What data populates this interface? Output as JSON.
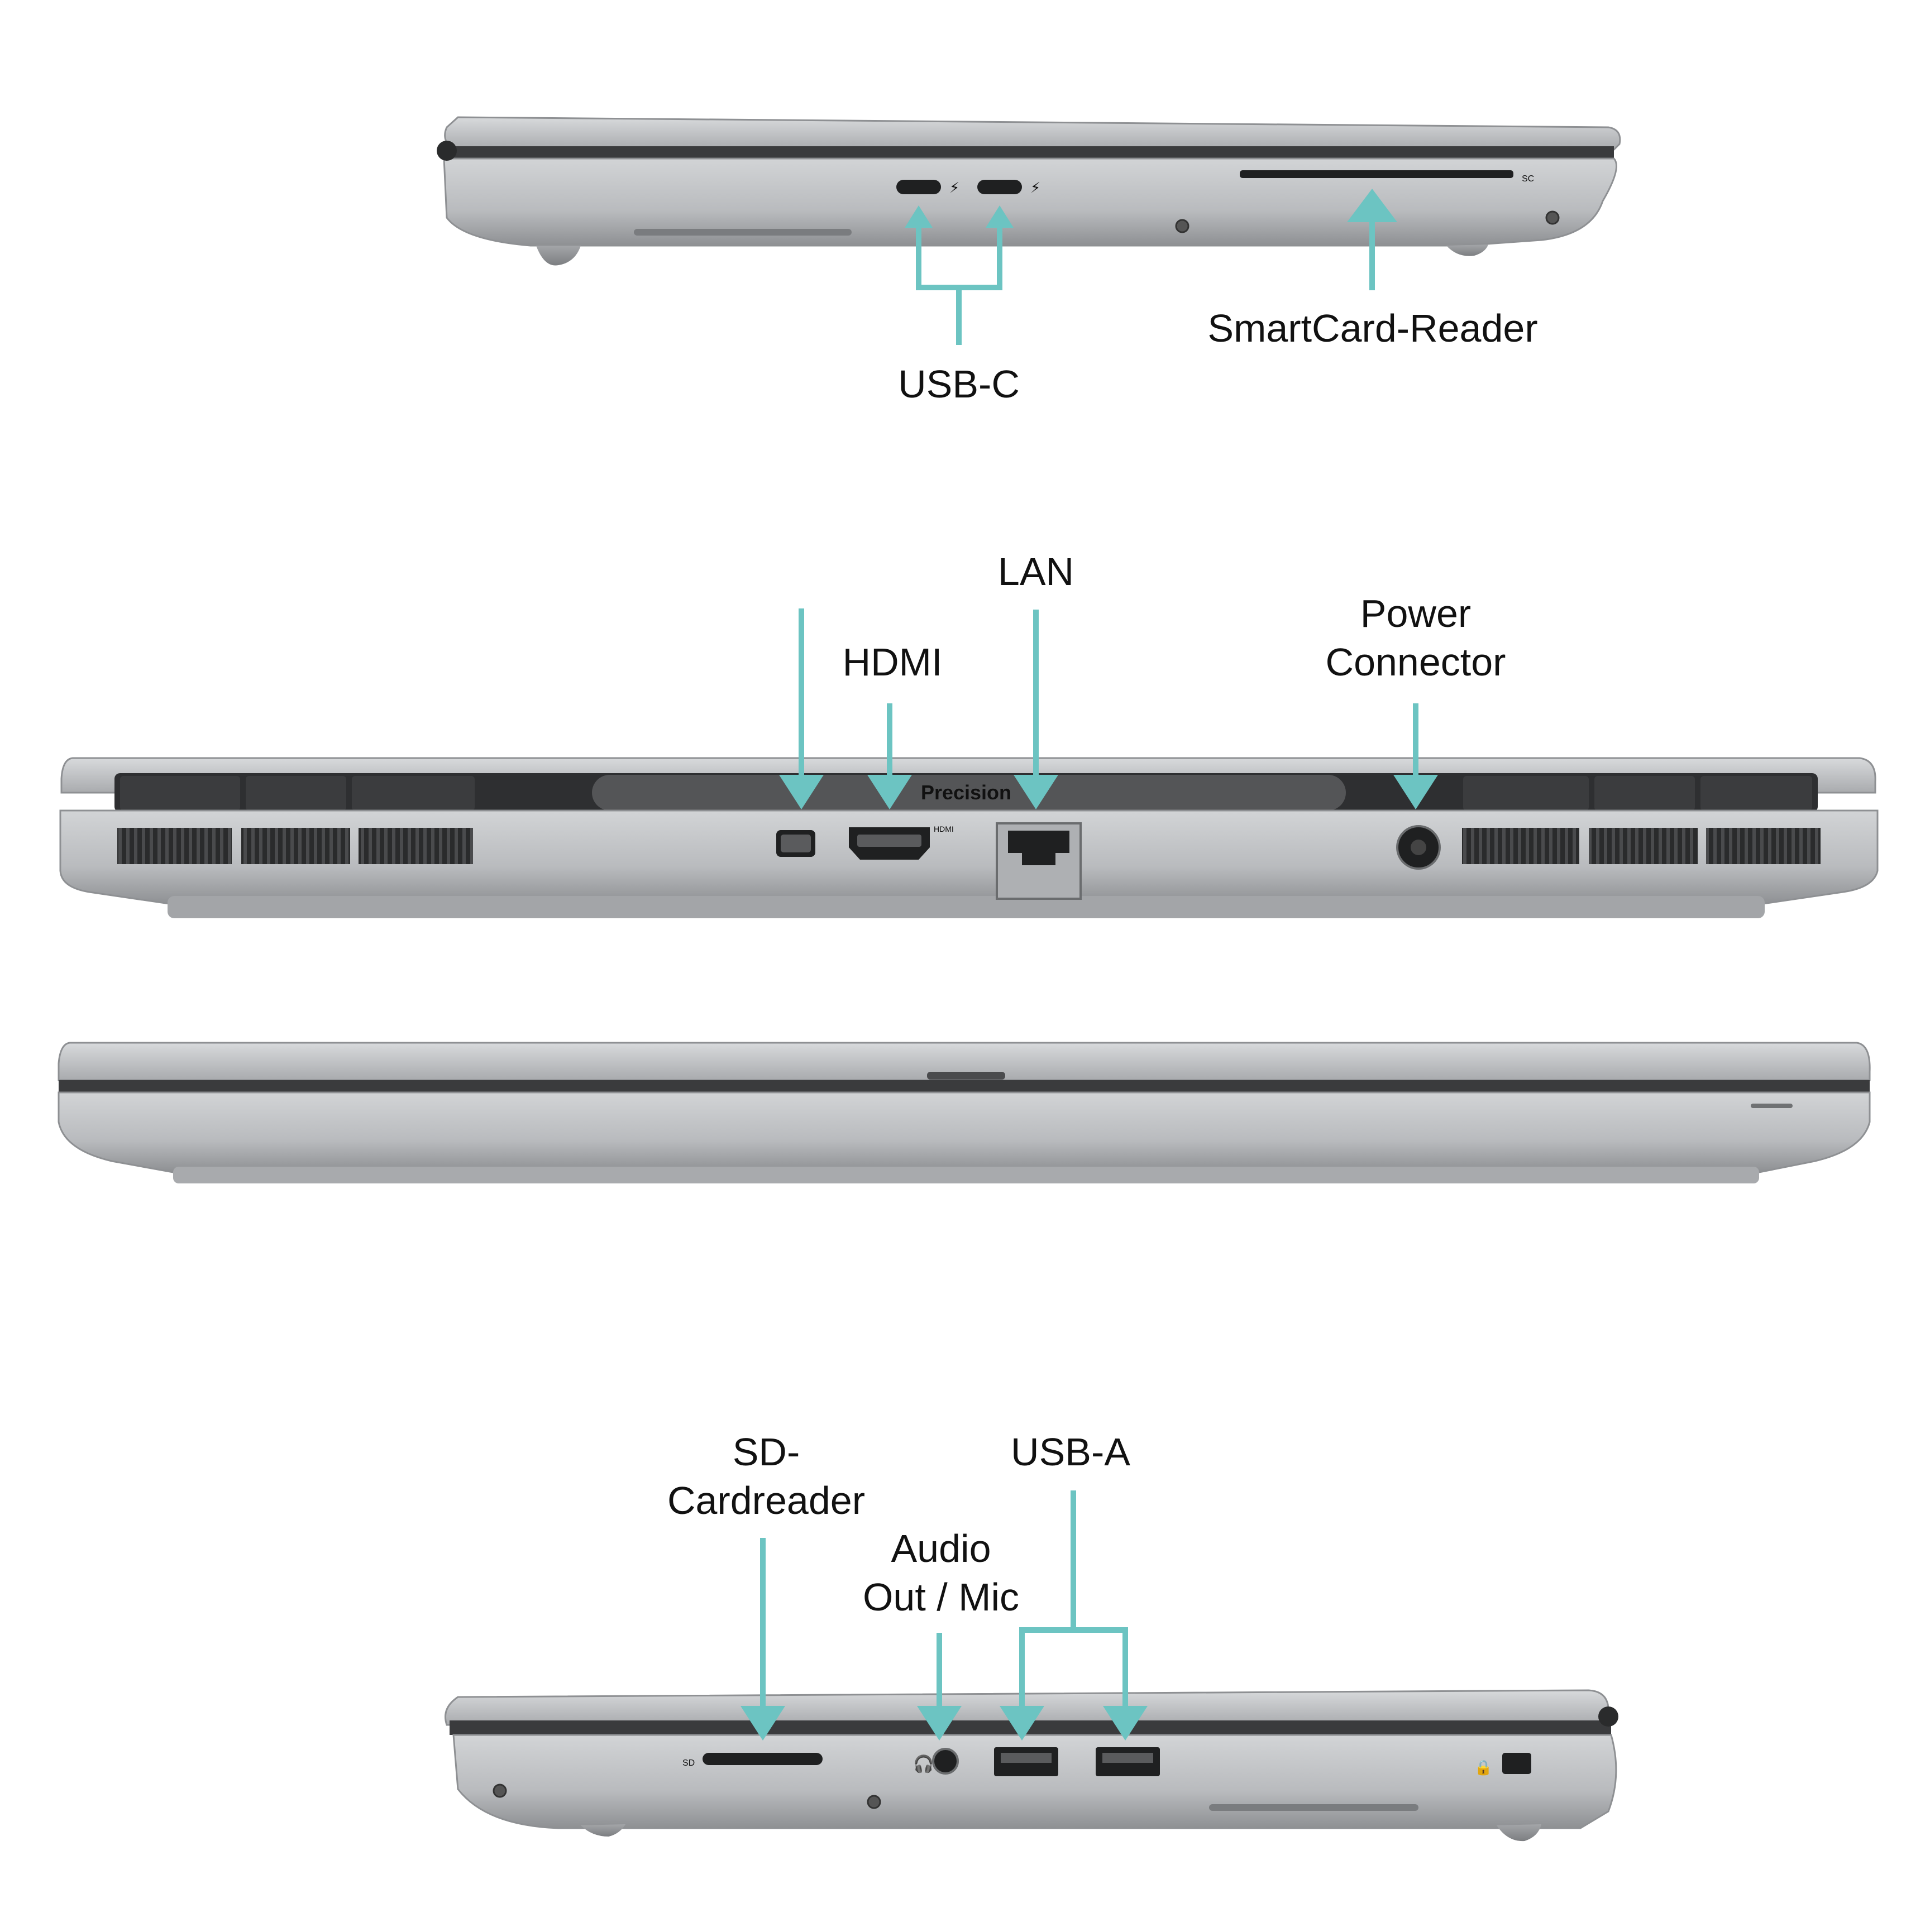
{
  "colors": {
    "callout": "#6cc4c2",
    "chassis_light": "#c9cbcd",
    "chassis_mid": "#b3b5b8",
    "chassis_dark": "#8f9194",
    "bezel": "#3a3b3d",
    "port": "#1f2021"
  },
  "views": {
    "right_side": {
      "labels": {
        "usb_c": "USB-C",
        "smartcard": "SmartCard-Reader"
      },
      "port_marks": {
        "smartcard": "SC"
      }
    },
    "rear": {
      "labels": {
        "hdmi": "HDMI",
        "lan": "LAN",
        "power_line1": "Power",
        "power_line2": "Connector"
      },
      "brand": "Precision",
      "port_marks": {
        "hdmi": "HDMI"
      }
    },
    "front": {},
    "left_side": {
      "labels": {
        "sd_line1": "SD-",
        "sd_line2": "Cardreader",
        "audio_line1": "Audio",
        "audio_line2": "Out / Mic",
        "usb_a": "USB-A"
      },
      "port_marks": {
        "sd": "SD"
      }
    }
  },
  "icons": {
    "usb_c_port": "usb-c-port-icon",
    "thunderbolt": "thunderbolt-icon",
    "mini_displayport": "mini-displayport-icon",
    "hdmi_port": "hdmi-port-icon",
    "ethernet_port": "ethernet-port-icon",
    "power_jack": "power-jack-icon",
    "headset": "headset-icon",
    "usb_a_port": "usb-a-port-icon",
    "lock_slot": "lock-slot-icon"
  }
}
